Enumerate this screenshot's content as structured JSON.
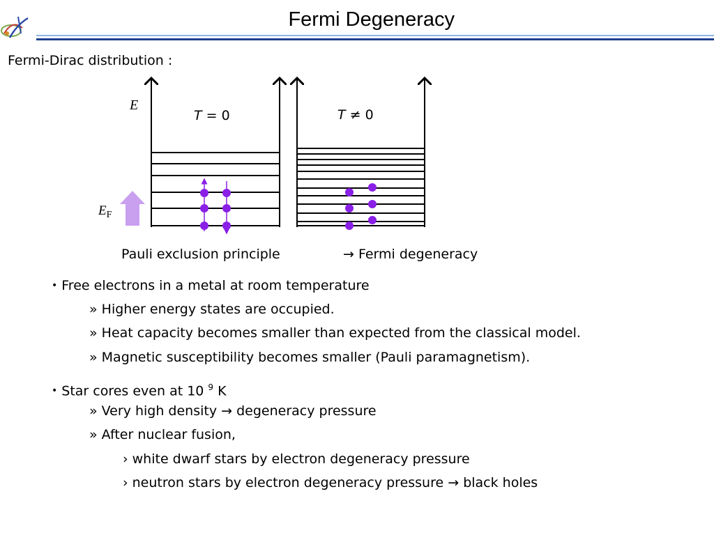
{
  "header": {
    "title": "Fermi Degeneracy"
  },
  "section": {
    "subtitle": "Fermi-Dirac distribution :"
  },
  "diagram": {
    "energy_axis_label": "E",
    "left_panel_label_var": "T",
    "left_panel_label_rest": " = 0",
    "right_panel_label_var": "T",
    "right_panel_label_rest": " ≠ 0",
    "fermi_level_label_main": "E",
    "fermi_level_label_sub": "F",
    "electron_color": "#8a1fe6",
    "arrow_color": "#c9a0f0"
  },
  "captions": {
    "pauli": "Pauli exclusion principle",
    "arrow": "→",
    "degeneracy": " Fermi degeneracy"
  },
  "bullets": {
    "b1": "Free electrons in a metal at room temperature",
    "b1_1": "» Higher energy states are occupied.",
    "b1_2": "» Heat capacity becomes smaller than expected from the classical model.",
    "b1_3": "» Magnetic susceptibility becomes smaller (Pauli paramagnetism).",
    "b2_pre": "Star cores even at 10 ",
    "b2_sup": "9",
    "b2_post": " K",
    "b2_1_pre": "» Very high density ",
    "b2_1_arrow": "→",
    "b2_1_post": " degeneracy pressure",
    "b2_2": "» After nuclear fusion,",
    "b2_2_1": "› white dwarf stars by electron degeneracy pressure",
    "b2_2_2_pre": "› neutron stars by electron degeneracy pressure ",
    "b2_2_2_arrow": "→",
    "b2_2_2_post": " black holes"
  }
}
